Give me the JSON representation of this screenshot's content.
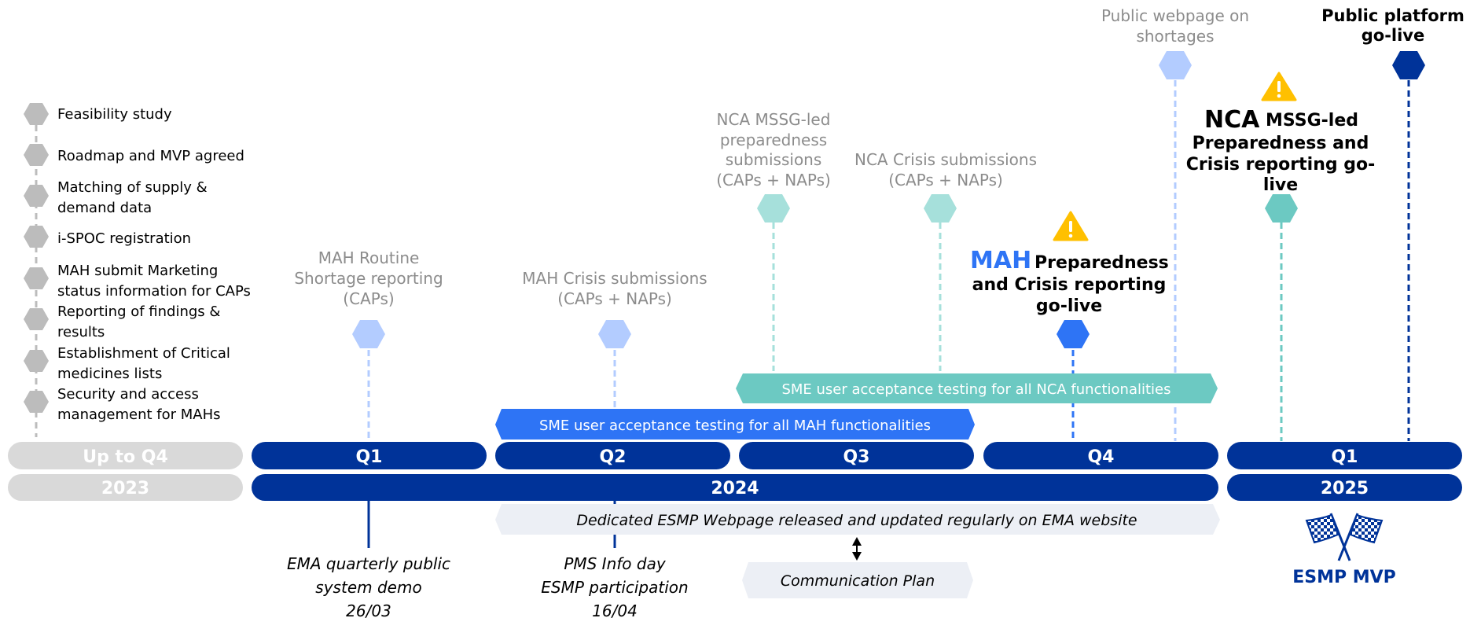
{
  "colors": {
    "navy": "#003399",
    "blue": "#2e74f5",
    "light_blue": "#b3ccff",
    "teal": "#6cc9c2",
    "light_teal": "#a6e0db",
    "gray": "#d9d9d9",
    "gray_hex": "#bcbcbc",
    "text_gray": "#8c8c8c",
    "pale": "#eceff5",
    "warning": "#ffc000"
  },
  "completed_items": [
    {
      "line1": "Feasibility study",
      "line2": ""
    },
    {
      "line1": "Roadmap and MVP agreed",
      "line2": ""
    },
    {
      "line1": "Matching of supply &",
      "line2": "demand data"
    },
    {
      "line1": "i-SPOC registration",
      "line2": ""
    },
    {
      "line1": "MAH submit Marketing",
      "line2": "status information for CAPs"
    },
    {
      "line1": "Reporting of findings &",
      "line2": "results"
    },
    {
      "line1": "Establishment of Critical",
      "line2": "medicines lists"
    },
    {
      "line1": "Security and access",
      "line2": "management for MAHs"
    }
  ],
  "timeline": {
    "past_quarter": "Up to Q4",
    "past_year": "2023",
    "quarters_2024": [
      "Q1",
      "Q2",
      "Q3",
      "Q4"
    ],
    "year_2024": "2024",
    "quarter_2025": "Q1",
    "year_2025": "2025"
  },
  "milestones": {
    "mah_routine": [
      "MAH Routine",
      "Shortage reporting",
      "(CAPs)"
    ],
    "mah_crisis": [
      "MAH Crisis submissions",
      "(CAPs + NAPs)"
    ],
    "nca_mssg": [
      "NCA MSSG-led",
      "preparedness",
      "submissions",
      "(CAPs + NAPs)"
    ],
    "nca_crisis": [
      "NCA Crisis submissions",
      "(CAPs + NAPs)"
    ],
    "mah_golive": {
      "prefix": "MAH",
      "line1": "Preparedness",
      "line2": "and Crisis reporting",
      "line3": "go-live"
    },
    "public_webpage": [
      "Public webpage on",
      "shortages"
    ],
    "nca_golive": {
      "prefix": "NCA",
      "line1": "MSSG-led",
      "line2": "Preparedness and",
      "line3": "Crisis reporting go-",
      "line4": "live"
    },
    "public_platform": [
      "Public platform",
      "go-live"
    ]
  },
  "banners": {
    "nca_uat": "SME user acceptance testing for all NCA functionalities",
    "mah_uat": "SME user acceptance testing for all MAH functionalities",
    "webpage": "Dedicated ESMP Webpage released and updated regularly on EMA website",
    "comm_plan": "Communication Plan"
  },
  "events": {
    "demo": [
      "EMA quarterly public",
      "system demo",
      "26/03"
    ],
    "infoday": [
      "PMS Info day",
      "ESMP participation",
      "16/04"
    ]
  },
  "flag_icon": "checkered-flags-icon",
  "mvp_label": "ESMP MVP",
  "warning_icon": "warning-triangle-icon"
}
